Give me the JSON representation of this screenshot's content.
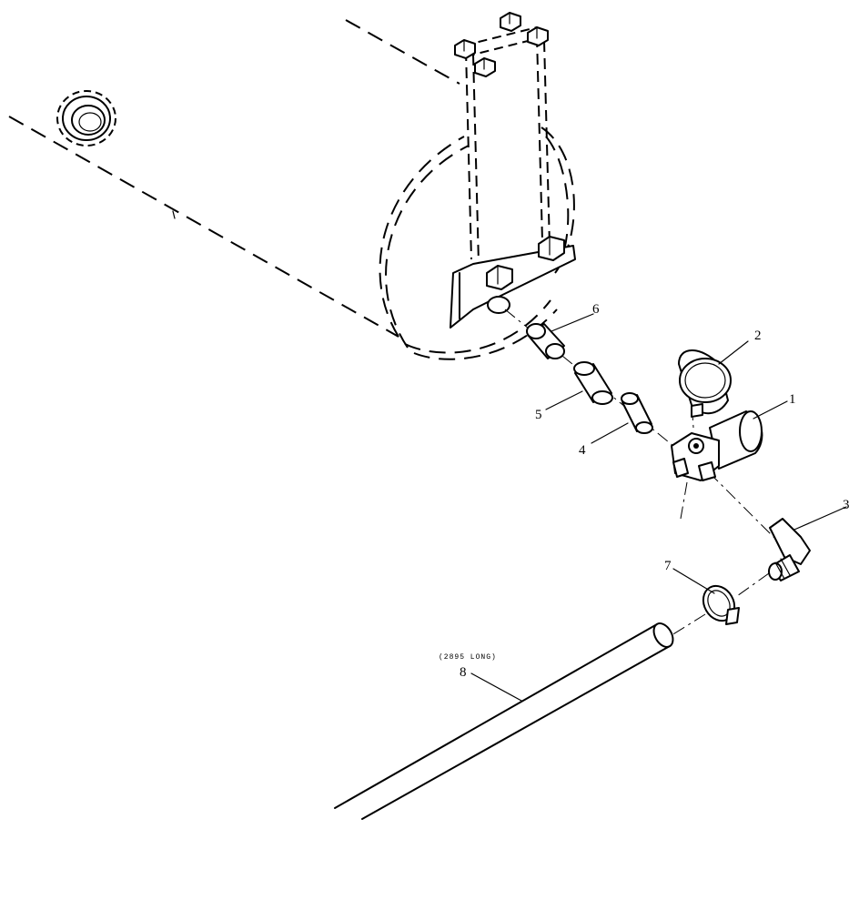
{
  "callouts": [
    {
      "id": "1",
      "label": "1"
    },
    {
      "id": "2",
      "label": "2"
    },
    {
      "id": "3",
      "label": "3"
    },
    {
      "id": "4",
      "label": "4"
    },
    {
      "id": "5",
      "label": "5"
    },
    {
      "id": "6",
      "label": "6"
    },
    {
      "id": "7",
      "label": "7"
    },
    {
      "id": "8",
      "label": "8"
    }
  ],
  "notes": {
    "hose_length": "(2895 LONG)"
  }
}
